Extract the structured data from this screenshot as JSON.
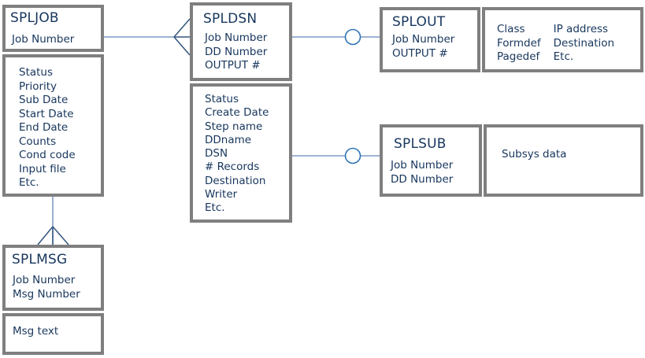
{
  "diagram": {
    "entities": {
      "spljob": {
        "title": "SPLJOB",
        "keys": [
          "Job Number"
        ],
        "attrs": [
          "Status",
          "Priority",
          "Sub Date",
          "Start Date",
          "End Date",
          "Counts",
          "Cond code",
          "Input file",
          "Etc."
        ]
      },
      "spldsn": {
        "title": "SPLDSN",
        "keys": [
          "Job Number",
          "DD Number",
          "OUTPUT #"
        ],
        "attrs": [
          "Status",
          "Create Date",
          "Step name",
          "DDname",
          "DSN",
          "# Records",
          "Destination",
          "Writer",
          "Etc."
        ]
      },
      "splout": {
        "title": "SPLOUT",
        "keys": [
          "Job Number",
          "OUTPUT #"
        ],
        "attrs_col1": [
          "Class",
          "Formdef",
          "Pagedef"
        ],
        "attrs_col2": [
          "IP address",
          "Destination",
          "Etc."
        ]
      },
      "splsub": {
        "title": "SPLSUB",
        "keys": [
          "Job Number",
          "DD Number"
        ],
        "attrs": [
          "Subsys data"
        ]
      },
      "splmsg": {
        "title": "SPLMSG",
        "keys": [
          "Job Number",
          "Msg Number"
        ],
        "attrs": [
          "Msg text"
        ]
      }
    },
    "relationships": [
      {
        "from": "SPLJOB",
        "to": "SPLDSN",
        "end_symbol": "crows-foot-many"
      },
      {
        "from": "SPLDSN",
        "to": "SPLOUT",
        "end_symbol": "optional-circle"
      },
      {
        "from": "SPLDSN",
        "to": "SPLSUB",
        "end_symbol": "optional-circle"
      },
      {
        "from": "SPLJOB",
        "to": "SPLMSG",
        "end_symbol": "crows-foot-many"
      }
    ],
    "colors": {
      "text": "#17365D",
      "box_border": "#7F7F7F",
      "relationship_line": "#7E9CC3",
      "crows_foot": "#33577F",
      "optional_circle": "#2E74B5",
      "background": "#FFFFFF"
    }
  }
}
